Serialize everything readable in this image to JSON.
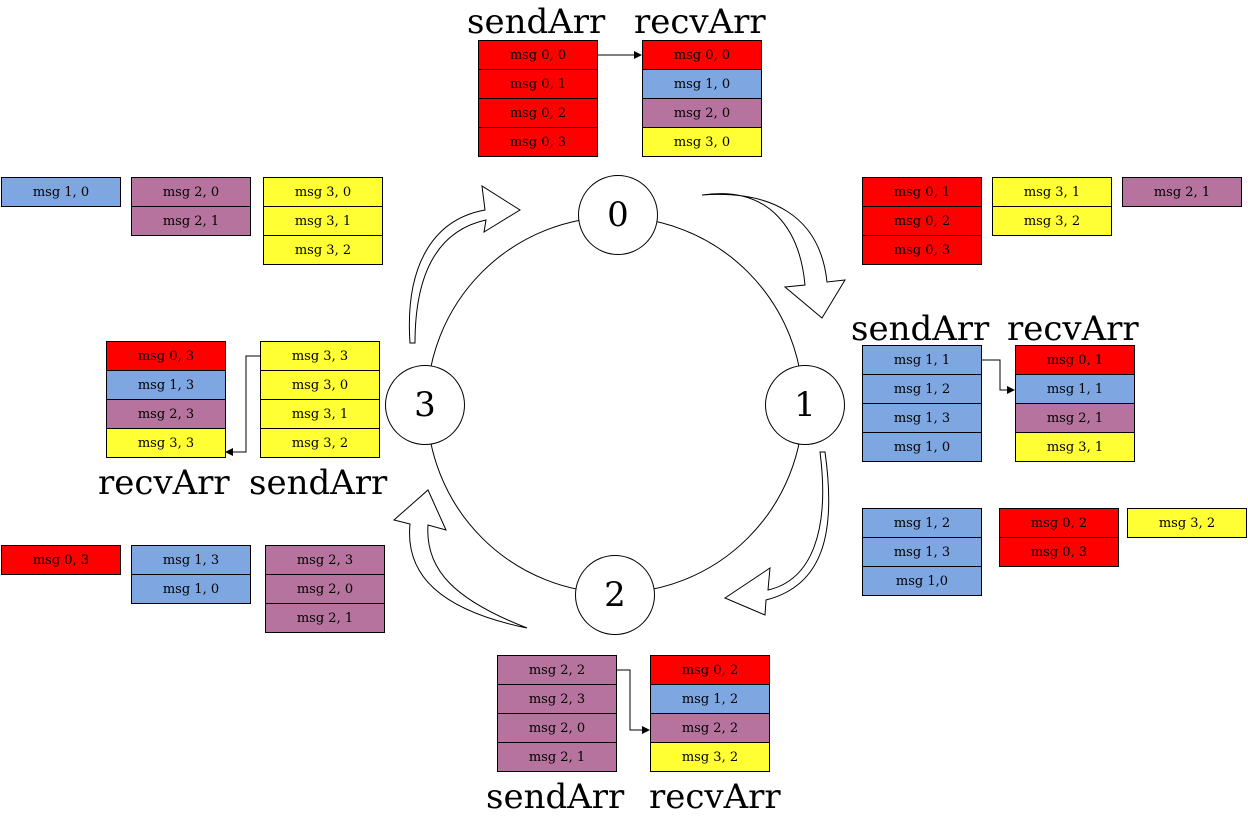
{
  "colors": {
    "red": "#ff0000",
    "blue": "#7ea6e0",
    "purple": "#b5739d",
    "yellow": "#ffff33"
  },
  "nodes": [
    "0",
    "1",
    "2",
    "3"
  ],
  "labels": {
    "send": "sendArr",
    "recv": "recvArr"
  },
  "node0": {
    "send": [
      {
        "text": "msg 0, 0",
        "color": "red"
      },
      {
        "text": "msg 0, 1",
        "color": "red"
      },
      {
        "text": "msg 0, 2",
        "color": "red"
      },
      {
        "text": "msg 0, 3",
        "color": "red"
      }
    ],
    "recv": [
      {
        "text": "msg 0, 0",
        "color": "red"
      },
      {
        "text": "msg 1, 0",
        "color": "blue"
      },
      {
        "text": "msg 2, 0",
        "color": "purple"
      },
      {
        "text": "msg 3, 0",
        "color": "yellow"
      }
    ]
  },
  "node1": {
    "send": [
      {
        "text": "msg 1, 1",
        "color": "blue"
      },
      {
        "text": "msg 1, 2",
        "color": "blue"
      },
      {
        "text": "msg 1, 3",
        "color": "blue"
      },
      {
        "text": "msg 1, 0",
        "color": "blue"
      }
    ],
    "recv": [
      {
        "text": "msg 0, 1",
        "color": "red"
      },
      {
        "text": "msg 1, 1",
        "color": "blue"
      },
      {
        "text": "msg 2, 1",
        "color": "purple"
      },
      {
        "text": "msg 3, 1",
        "color": "yellow"
      }
    ]
  },
  "node2": {
    "send": [
      {
        "text": "msg 2, 2",
        "color": "purple"
      },
      {
        "text": "msg 2, 3",
        "color": "purple"
      },
      {
        "text": "msg 2, 0",
        "color": "purple"
      },
      {
        "text": "msg 2, 1",
        "color": "purple"
      }
    ],
    "recv": [
      {
        "text": "msg 0, 2",
        "color": "red"
      },
      {
        "text": "msg 1, 2",
        "color": "blue"
      },
      {
        "text": "msg 2, 2",
        "color": "purple"
      },
      {
        "text": "msg 3, 2",
        "color": "yellow"
      }
    ]
  },
  "node3": {
    "send": [
      {
        "text": "msg 3, 3",
        "color": "yellow"
      },
      {
        "text": "msg 3, 0",
        "color": "yellow"
      },
      {
        "text": "msg 3, 1",
        "color": "yellow"
      },
      {
        "text": "msg 3, 2",
        "color": "yellow"
      }
    ],
    "recv": [
      {
        "text": "msg 0, 3",
        "color": "red"
      },
      {
        "text": "msg 1, 3",
        "color": "blue"
      },
      {
        "text": "msg 2, 3",
        "color": "purple"
      },
      {
        "text": "msg 3, 3",
        "color": "yellow"
      }
    ]
  },
  "transit": {
    "step_0_to_1": [
      [
        {
          "text": "msg 0, 1",
          "color": "red"
        },
        {
          "text": "msg 0, 2",
          "color": "red"
        },
        {
          "text": "msg 0, 3",
          "color": "red"
        }
      ],
      [
        {
          "text": "msg 3, 1",
          "color": "yellow"
        },
        {
          "text": "msg 3, 2",
          "color": "yellow"
        }
      ],
      [
        {
          "text": "msg 2, 1",
          "color": "purple"
        }
      ]
    ],
    "step_1_to_2": [
      [
        {
          "text": "msg 1, 2",
          "color": "blue"
        },
        {
          "text": "msg 1, 3",
          "color": "blue"
        },
        {
          "text": "msg 1,0",
          "color": "blue"
        }
      ],
      [
        {
          "text": "msg 0, 2",
          "color": "red"
        },
        {
          "text": "msg 0, 3",
          "color": "red"
        }
      ],
      [
        {
          "text": "msg 3, 2",
          "color": "yellow"
        }
      ]
    ],
    "step_2_to_3": [
      [
        {
          "text": "msg 0, 3",
          "color": "red"
        }
      ],
      [
        {
          "text": "msg 1, 3",
          "color": "blue"
        },
        {
          "text": "msg 1, 0",
          "color": "blue"
        }
      ],
      [
        {
          "text": "msg 2, 3",
          "color": "purple"
        },
        {
          "text": "msg 2, 0",
          "color": "purple"
        },
        {
          "text": "msg 2, 1",
          "color": "purple"
        }
      ]
    ],
    "step_3_to_0": [
      [
        {
          "text": "msg 1, 0",
          "color": "blue"
        }
      ],
      [
        {
          "text": "msg 2, 0",
          "color": "purple"
        },
        {
          "text": "msg 2, 1",
          "color": "purple"
        }
      ],
      [
        {
          "text": "msg 3, 0",
          "color": "yellow"
        },
        {
          "text": "msg 3, 1",
          "color": "yellow"
        },
        {
          "text": "msg 3, 2",
          "color": "yellow"
        }
      ]
    ]
  }
}
